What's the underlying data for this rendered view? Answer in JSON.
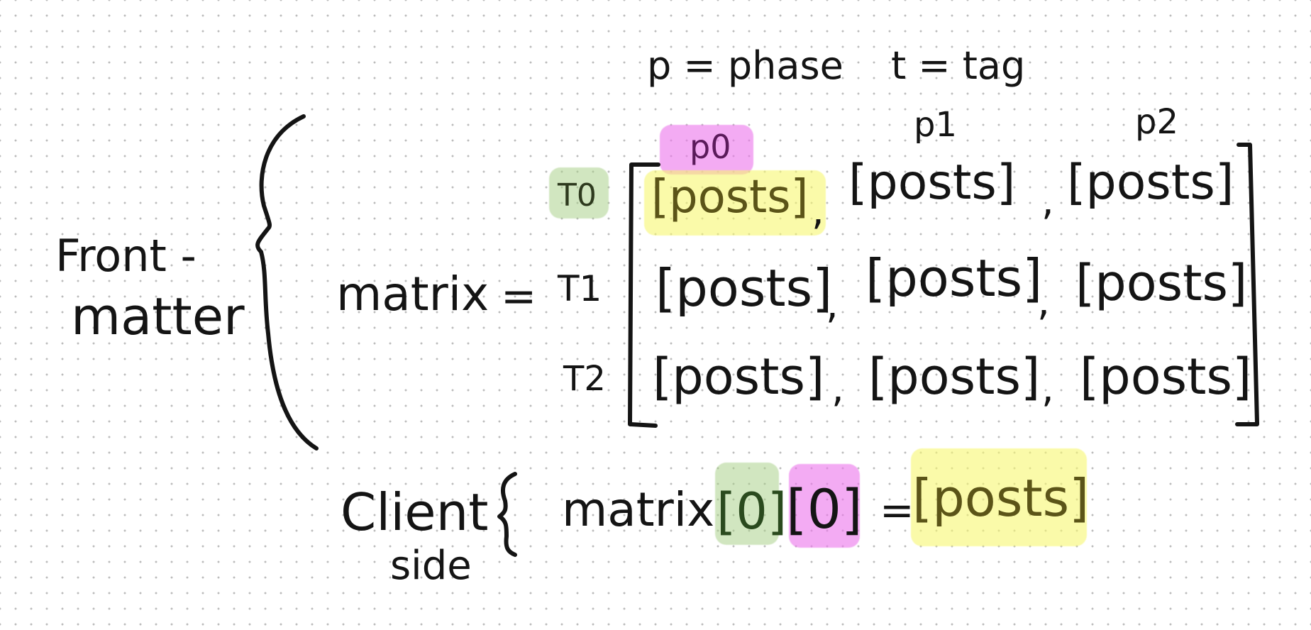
{
  "legend": {
    "phase": "p = phase",
    "tag": "t = tag"
  },
  "front_matter": {
    "line1": "Front -",
    "line2": "matter"
  },
  "matrix_label": "matrix",
  "equals": "=",
  "columns": [
    "p0",
    "p1",
    "p2"
  ],
  "rows": [
    {
      "label": "T0",
      "cells": [
        "[posts]",
        "[posts]",
        "[posts]"
      ]
    },
    {
      "label": "T1",
      "cells": [
        "[posts]",
        "[posts]",
        "[posts]"
      ]
    },
    {
      "label": "T2",
      "cells": [
        "[posts]",
        "[posts]",
        "[posts]"
      ]
    }
  ],
  "separator": ",",
  "client_side": {
    "line1": "Client",
    "line2": "side",
    "expr_name": "matrix",
    "index_tag": "[0]",
    "index_phase": "[0]",
    "equals": "=",
    "result": "[posts]"
  },
  "highlight_colors": {
    "tag": "#a3cd82",
    "phase": "#ec78ec",
    "result": "#f6f670"
  }
}
